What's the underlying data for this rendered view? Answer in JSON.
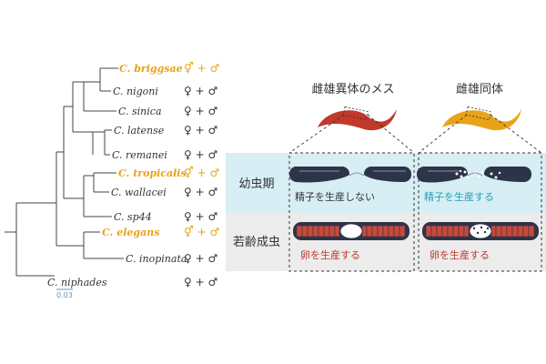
{
  "tree": {
    "species": [
      {
        "name": "C. briggsae",
        "sex": "⚥ + ♂",
        "hermaphrodite": true
      },
      {
        "name": "C. nigoni",
        "sex": "♀ + ♂",
        "hermaphrodite": false
      },
      {
        "name": "C. sinica",
        "sex": "♀ + ♂",
        "hermaphrodite": false
      },
      {
        "name": "C. latense",
        "sex": "♀ + ♂",
        "hermaphrodite": false
      },
      {
        "name": "C. remanei",
        "sex": "♀ + ♂",
        "hermaphrodite": false
      },
      {
        "name": "C. tropicalis",
        "sex": "⚥ + ♂",
        "hermaphrodite": true
      },
      {
        "name": "C. wallacei",
        "sex": "♀ + ♂",
        "hermaphrodite": false
      },
      {
        "name": "C. sp44",
        "sex": "♀ + ♂",
        "hermaphrodite": false
      },
      {
        "name": "C. elegans",
        "sex": "⚥ + ♂",
        "hermaphrodite": true
      },
      {
        "name": "C. inopinata",
        "sex": "♀ + ♂",
        "hermaphrodite": false
      },
      {
        "name": "C. niphades",
        "sex": "♀ + ♂",
        "hermaphrodite": false
      }
    ],
    "scale_label": "0.03"
  },
  "panel": {
    "col_female": "雌雄異体のメス",
    "col_herm": "雌雄同体",
    "row_larva": "幼虫期",
    "row_adult": "若齢成虫",
    "cap_female_larva": "精子を生産しない",
    "cap_herm_larva": "精子を生産する",
    "cap_female_adult": "卵を生産する",
    "cap_herm_adult": "卵を生産する"
  },
  "colors": {
    "hermaphrodite": "#e8a317",
    "worm_female": "#c0392b",
    "worm_herm": "#e8a317",
    "larva_band": "#d6eef4",
    "adult_band": "#ececec",
    "gonad_dark": "#2e3447",
    "oocyte_red": "#c74a3a",
    "caption_teal": "#2a9fb8",
    "caption_red": "#c0392b"
  }
}
